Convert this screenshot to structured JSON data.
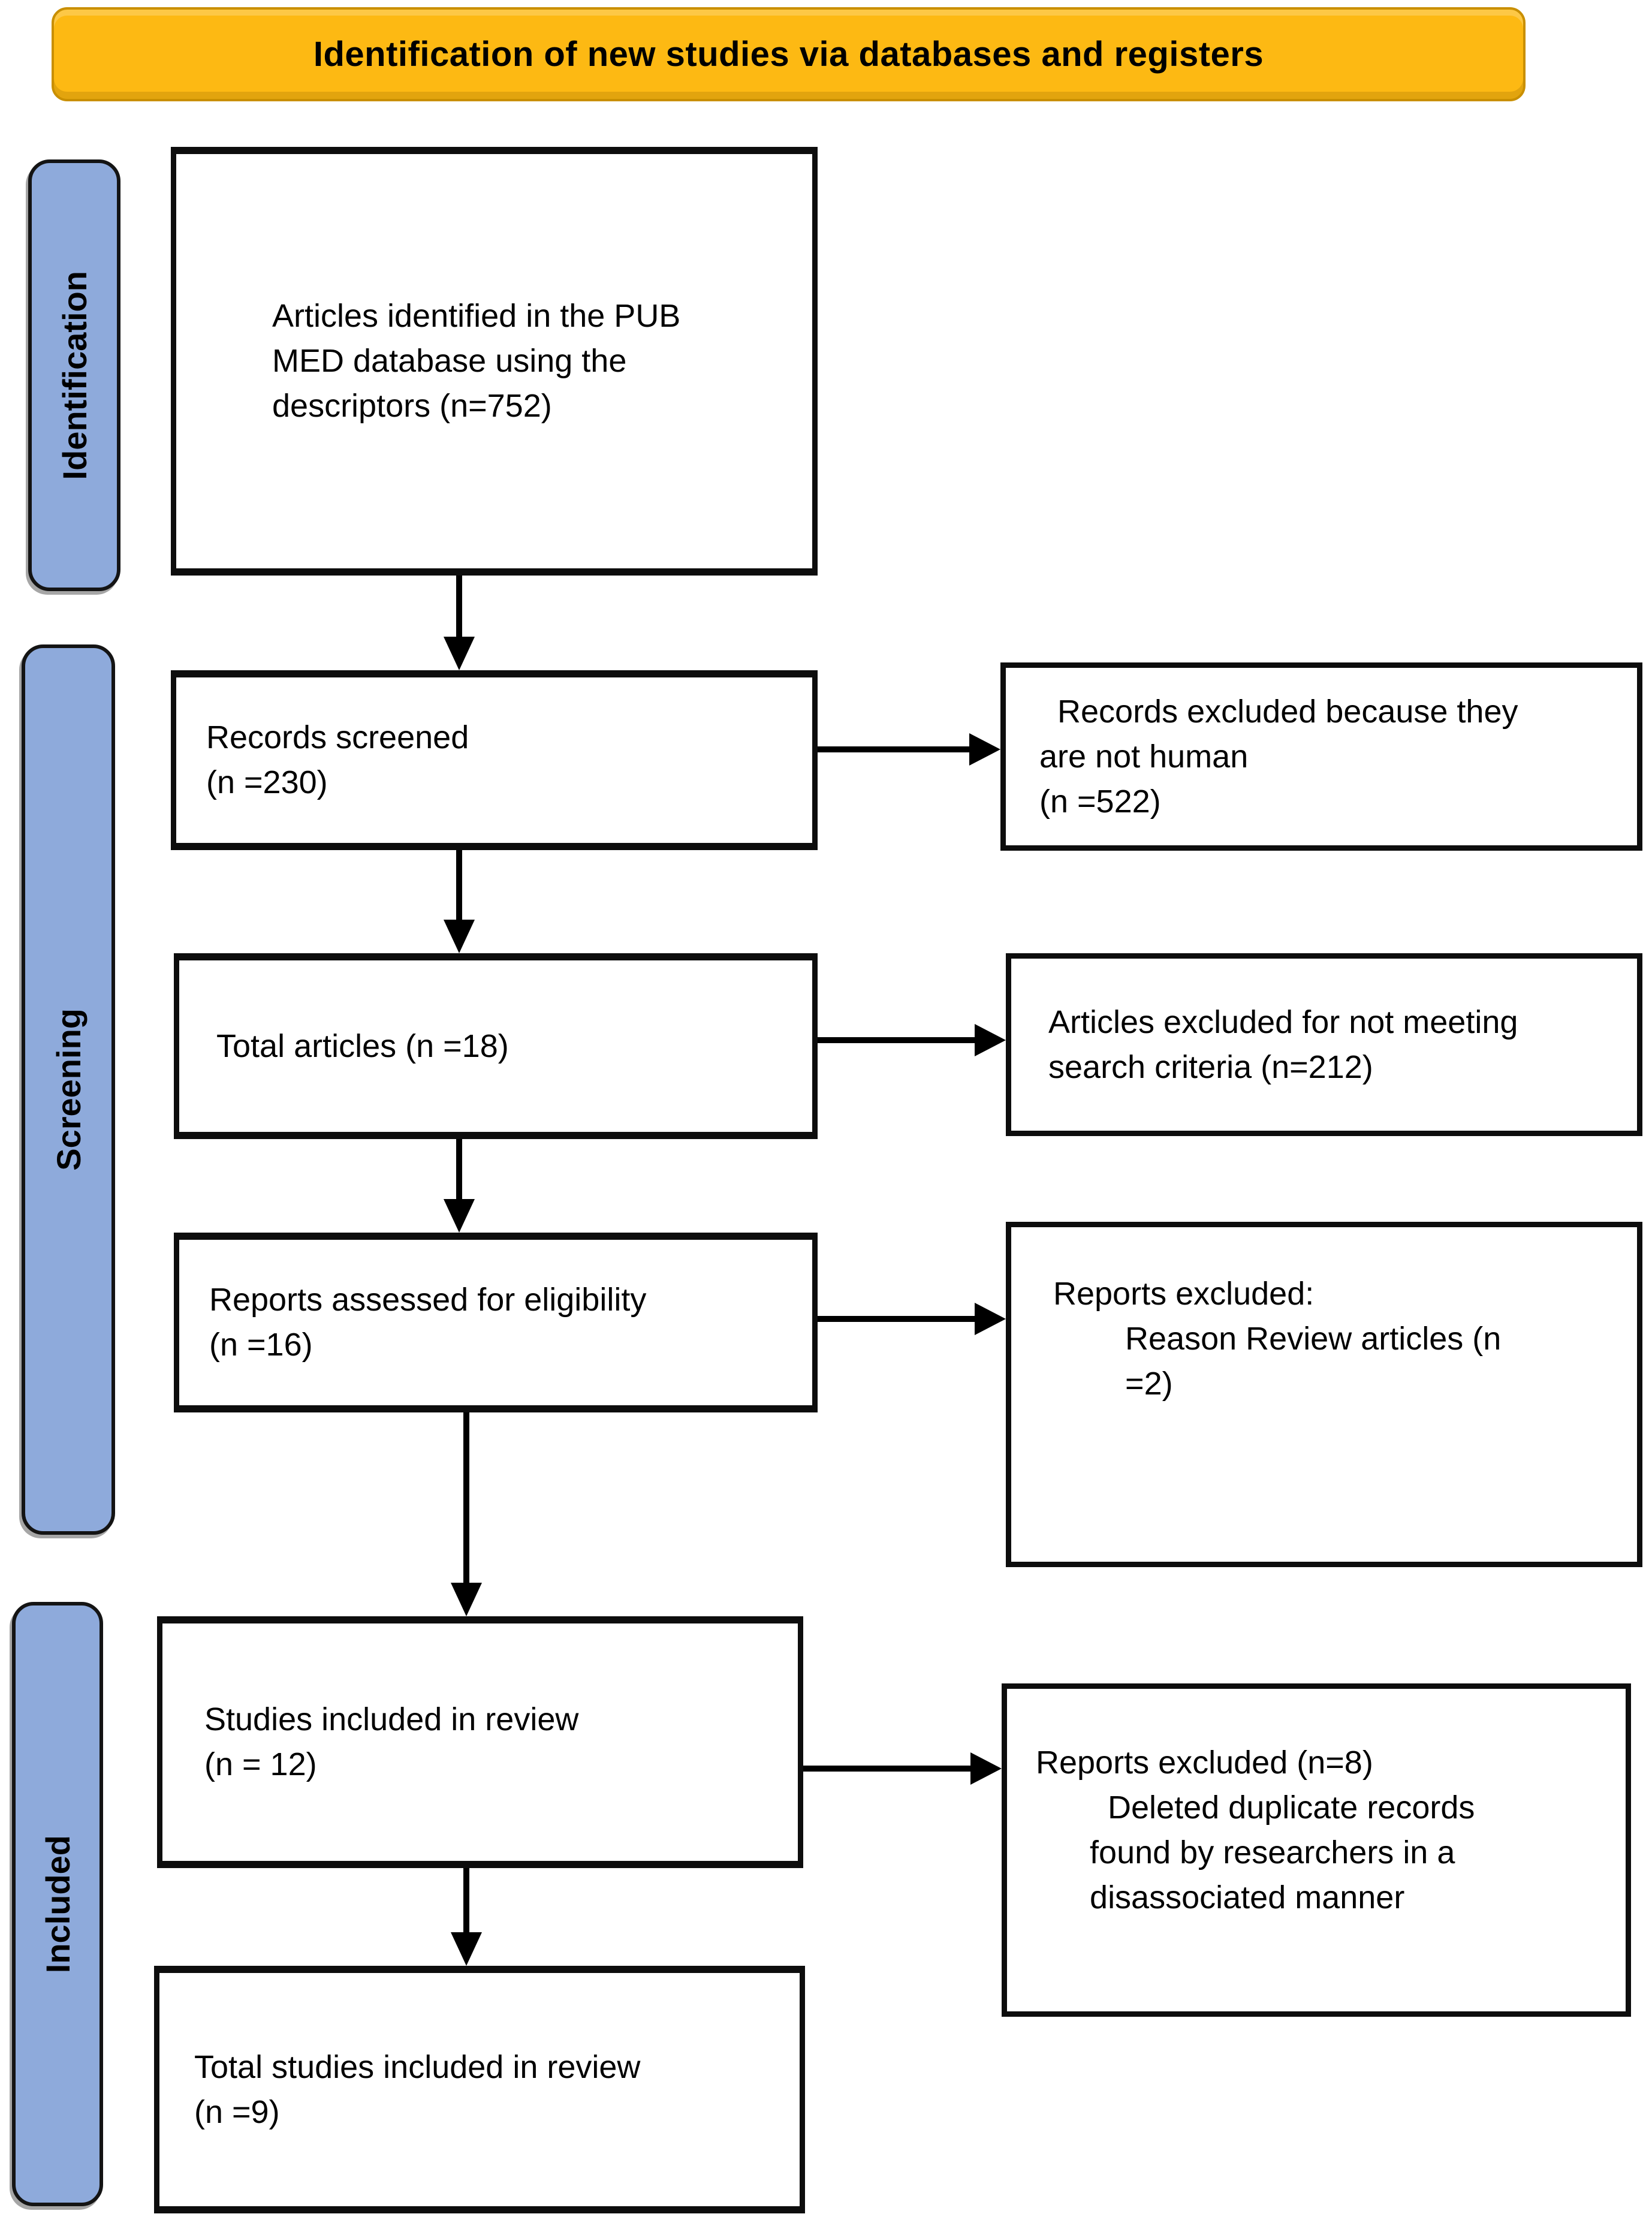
{
  "banner": {
    "text": "Identification of new studies via databases and registers"
  },
  "stages": [
    {
      "label": "Identification"
    },
    {
      "label": "Screening"
    },
    {
      "label": "Included"
    }
  ],
  "boxes": {
    "identified": {
      "text": "Articles identified in the PUB\nMED database using the\ndescriptors (n=752)"
    },
    "screened": {
      "text": "Records screened\n(n =230)"
    },
    "total_articles": {
      "text": "Total articles (n =18)"
    },
    "assessed": {
      "text": "Reports assessed for eligibility\n(n =16)"
    },
    "included_in_review": {
      "text": "Studies included in review\n(n = 12)"
    },
    "total_included": {
      "text": "Total studies included in review\n(n =9)"
    },
    "excluded_not_human": {
      "text": "  Records excluded because they\nare not human\n(n =522)"
    },
    "excluded_search_criteria": {
      "text": "Articles excluded for not meeting\nsearch criteria (n=212)"
    },
    "excluded_reports": {
      "text": "Reports excluded:\n        Reason Review articles (n\n        =2)"
    },
    "excluded_duplicates": {
      "text": "Reports excluded (n=8)\n        Deleted duplicate records\n      found by researchers in a\n      disassociated manner"
    }
  },
  "colors": {
    "banner_bg": "#FDB913",
    "banner_border": "#C98F00",
    "stage_bg": "#8EAADB",
    "outline": "#0D0D0D"
  }
}
